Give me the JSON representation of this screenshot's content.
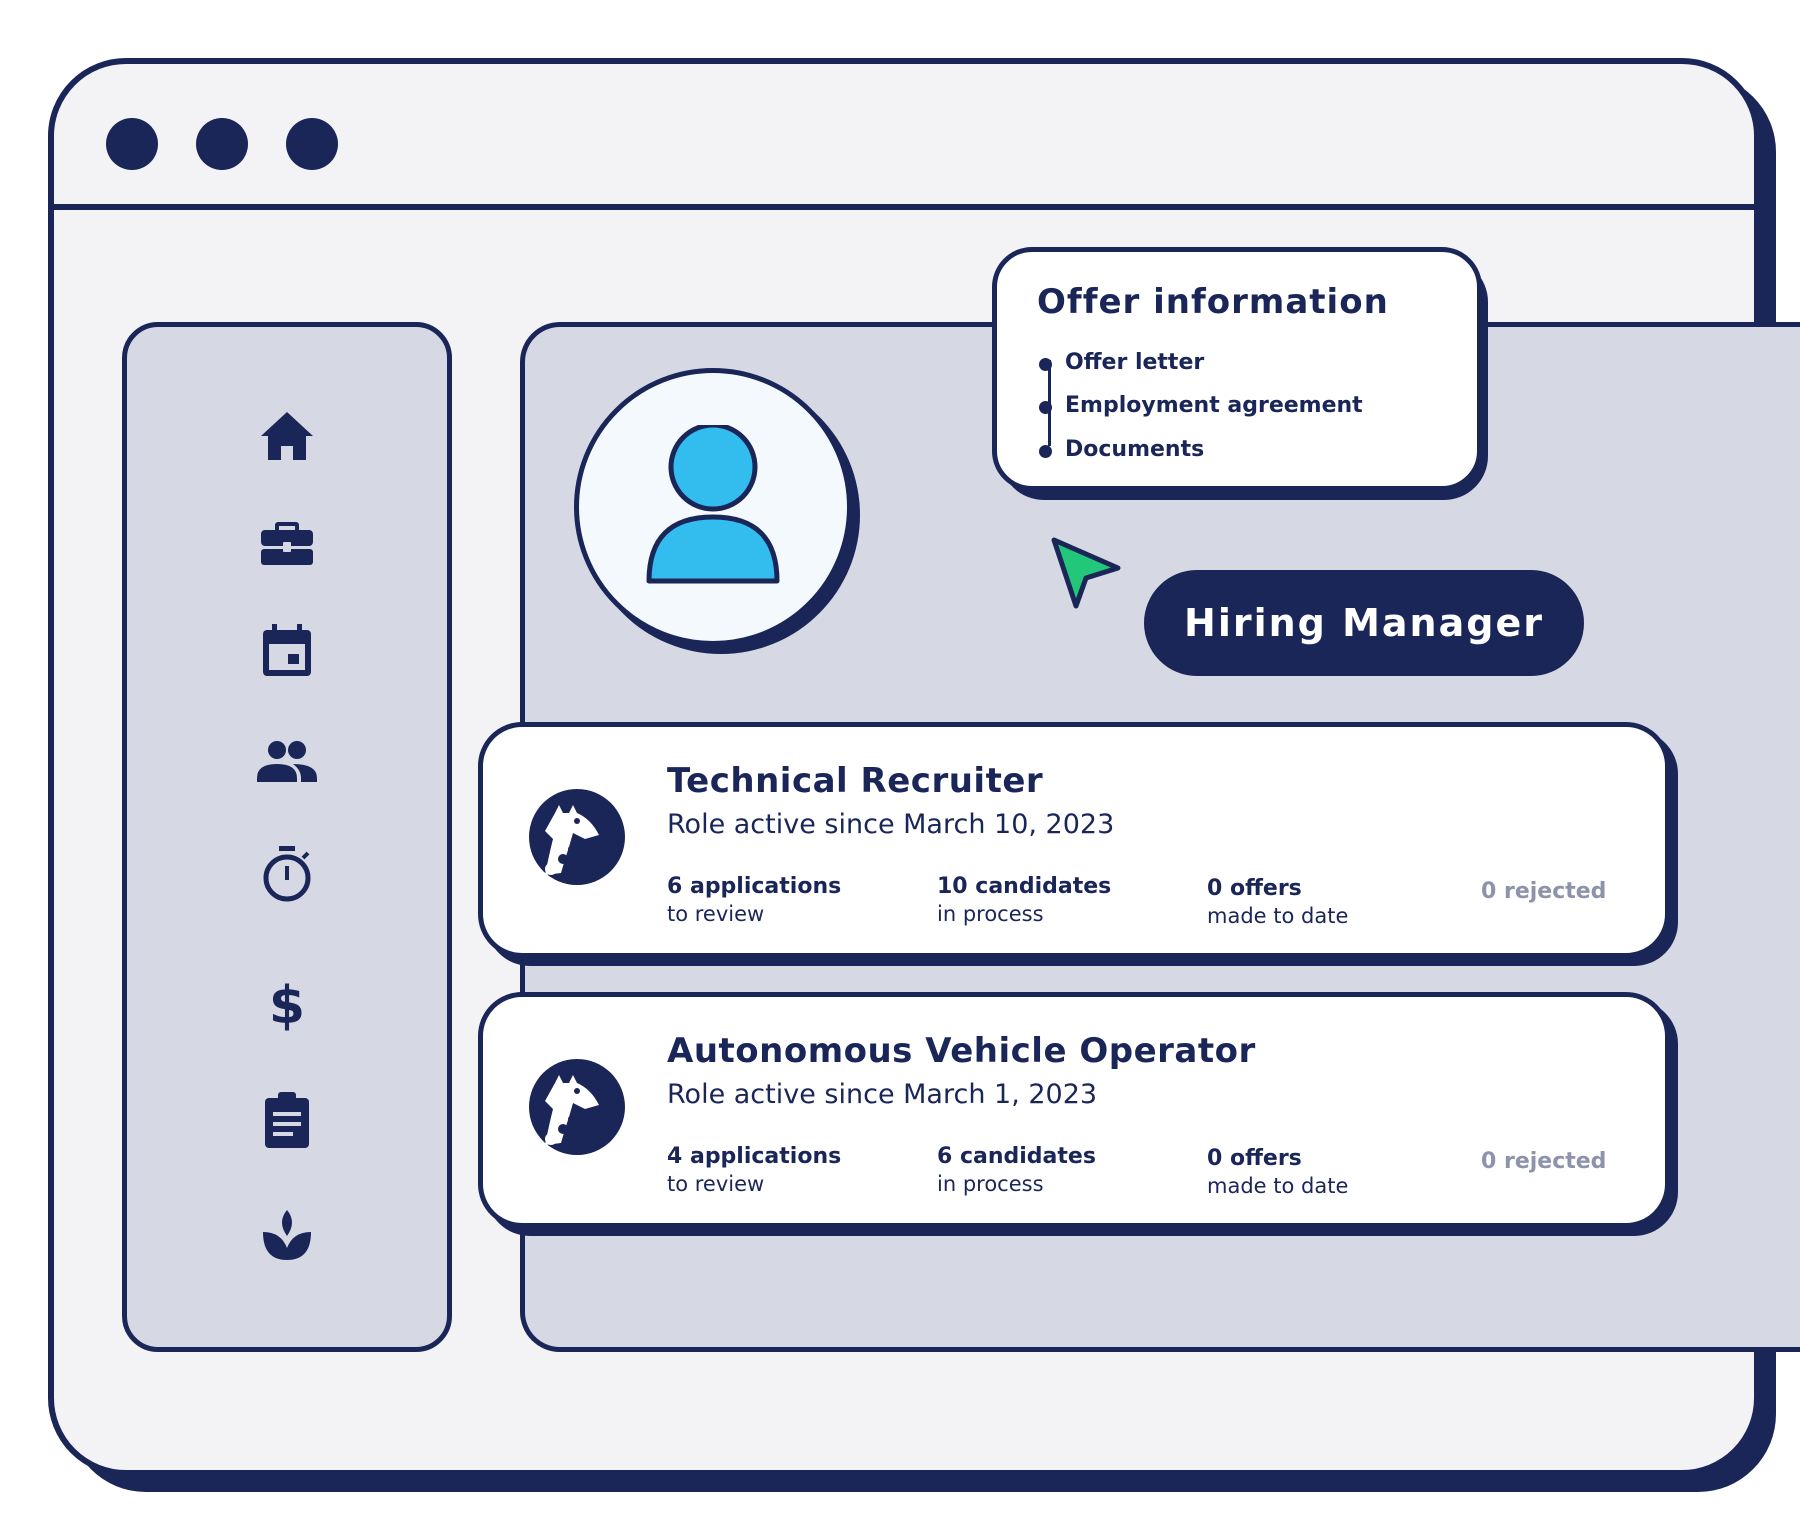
{
  "window": {
    "controls": [
      "close-dot",
      "minimize-dot",
      "maximize-dot"
    ]
  },
  "sidebar": {
    "items": [
      {
        "icon": "home-icon"
      },
      {
        "icon": "briefcase-icon"
      },
      {
        "icon": "calendar-icon"
      },
      {
        "icon": "people-icon"
      },
      {
        "icon": "stopwatch-icon"
      },
      {
        "icon": "dollar-icon"
      },
      {
        "icon": "clipboard-icon"
      },
      {
        "icon": "lotus-icon"
      }
    ]
  },
  "avatar": {
    "icon": "user-icon"
  },
  "offer_info": {
    "title": "Offer information",
    "items": [
      "Offer letter",
      "Employment agreement",
      "Documents"
    ]
  },
  "cursor": {
    "icon": "cursor-arrow-icon",
    "color": "#22c77a"
  },
  "role_button": {
    "label": "Hiring Manager"
  },
  "roles": [
    {
      "logo": "giraffe-logo-icon",
      "title": "Technical Recruiter",
      "since": "Role active since March 10, 2023",
      "applications": "6 applications",
      "applications_sub": "to review",
      "candidates": "10 candidates",
      "candidates_sub": "in process",
      "offers": "0 offers",
      "offers_sub": "made to date",
      "rejected": "0 rejected"
    },
    {
      "logo": "giraffe-logo-icon",
      "title": "Autonomous Vehicle Operator",
      "since": "Role active since March 1, 2023",
      "applications": "4 applications",
      "applications_sub": "to review",
      "candidates": "6 candidates",
      "candidates_sub": "in process",
      "offers": "0 offers",
      "offers_sub": "made to date",
      "rejected": "0 rejected"
    }
  ],
  "colors": {
    "navy": "#1a2558",
    "panel": "#d6d9e3",
    "window_bg": "#f3f3f6",
    "avatar_blue": "#33bdee",
    "muted": "#8d93aa"
  }
}
